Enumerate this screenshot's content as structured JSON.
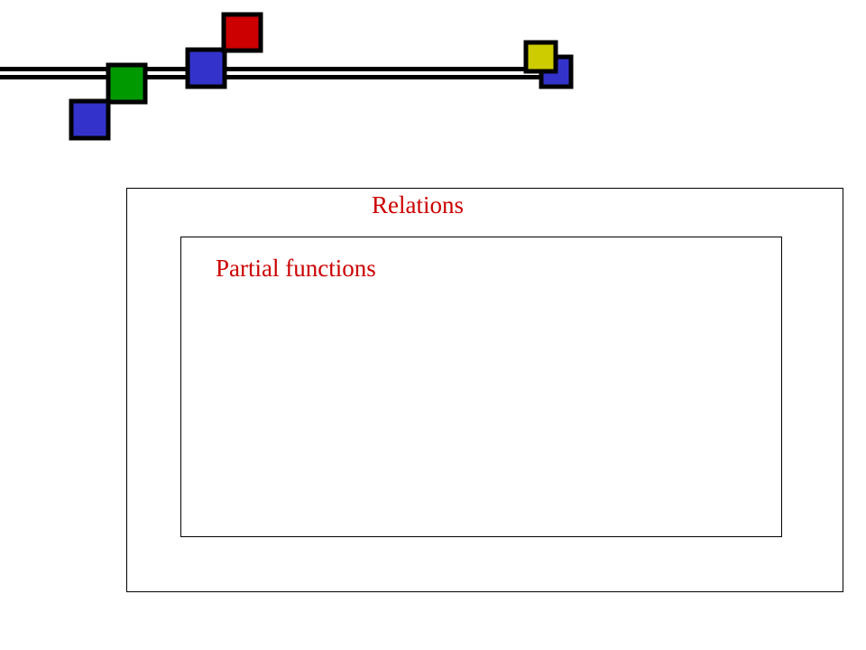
{
  "diagram": {
    "outer_set": {
      "label": "Relations"
    },
    "inner_set": {
      "label": "Partial functions"
    }
  },
  "colors": {
    "label_text": "#cc0000",
    "square_blue": "#3333cc",
    "square_green": "#009900",
    "square_red": "#cc0000",
    "square_yellow": "#cccc00",
    "border": "#000000"
  },
  "decoration": {
    "squares": [
      "blue",
      "green",
      "blue",
      "red",
      "blue",
      "yellow"
    ]
  }
}
